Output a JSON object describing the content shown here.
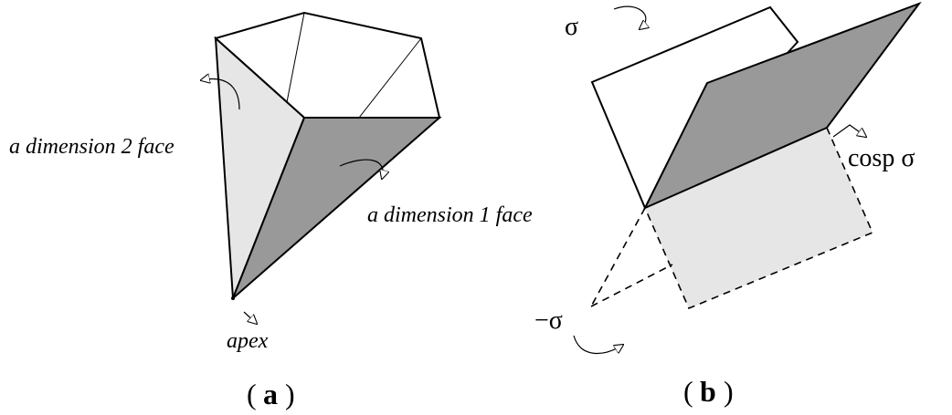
{
  "figure_a": {
    "label_dim2": "a dimension 2 face",
    "label_dim1": "a dimension 1 face",
    "label_apex": "apex",
    "caption_open": "(",
    "caption_letter": "a",
    "caption_close": ")"
  },
  "figure_b": {
    "label_sigma": "σ",
    "label_cosp": "cosp σ",
    "label_neg_sigma": "−σ",
    "caption_open": "(",
    "caption_letter": "b",
    "caption_close": ")"
  },
  "colors": {
    "dark_face": "#999999",
    "light_face": "#e6e6e6",
    "stroke": "#000000"
  }
}
